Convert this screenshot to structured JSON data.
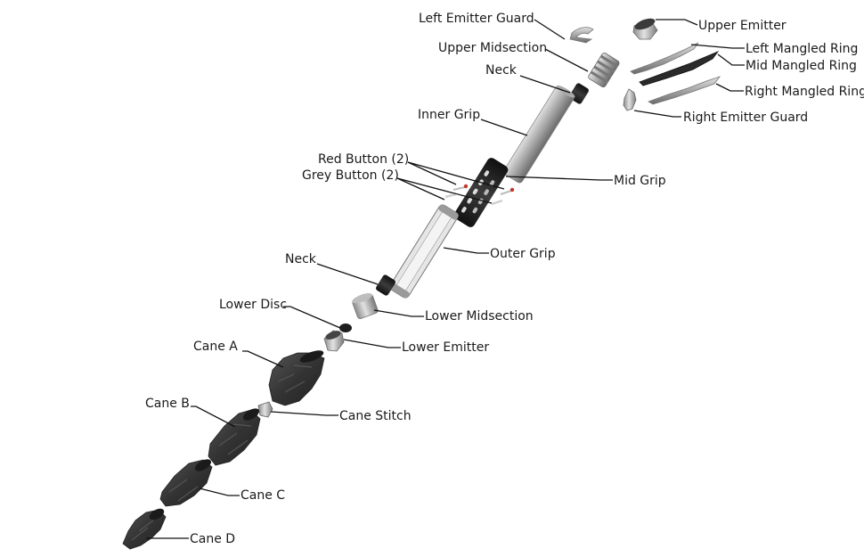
{
  "parts": {
    "left_emitter_guard": "Left Emitter Guard",
    "upper_emitter": "Upper Emitter",
    "upper_midsection": "Upper Midsection",
    "left_mangled_ring": "Left Mangled Ring",
    "mid_mangled_ring": "Mid Mangled Ring",
    "neck_upper": "Neck",
    "right_mangled_ring": "Right Mangled Ring",
    "right_emitter_guard": "Right Emitter Guard",
    "inner_grip": "Inner Grip",
    "red_button": "Red Button (2)",
    "grey_button": "Grey Button (2)",
    "mid_grip": "Mid Grip",
    "outer_grip": "Outer Grip",
    "neck_lower": "Neck",
    "lower_disc": "Lower Disc",
    "lower_midsection": "Lower Midsection",
    "lower_emitter": "Lower Emitter",
    "cane_a": "Cane A",
    "cane_b": "Cane B",
    "cane_stitch": "Cane Stitch",
    "cane_c": "Cane C",
    "cane_d": "Cane D"
  },
  "colors": {
    "metal_light": "#d4d4d4",
    "metal_mid": "#a8a8a8",
    "metal_dark": "#6e6e6e",
    "black_part": "#1e1e1e",
    "cane": "#3a3a3a",
    "button_red": "#c0392b",
    "button_grey": "#cfcfcf"
  }
}
